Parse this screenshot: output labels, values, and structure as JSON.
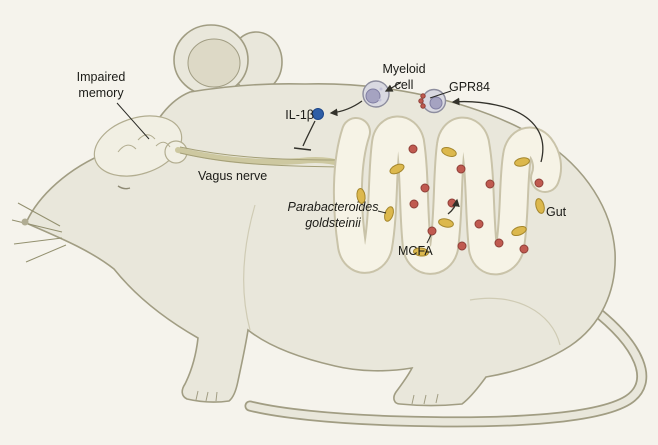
{
  "figure": {
    "labels": {
      "impaired_memory": "Impaired\nmemory",
      "vagus_nerve": "Vagus nerve",
      "myeloid_cell": "Myeloid\ncell",
      "gpr84": "GPR84",
      "il1b": "IL-1β",
      "parabacteroides": "Parabacteroides\ngoldsteinii",
      "mcfa": "MCFA",
      "gut": "Gut"
    }
  },
  "colors": {
    "background": "#f5f3ec",
    "body": "#e9e7db",
    "outline": "#a19d83",
    "innerear": "#ddd9c6",
    "brain": "#f1efe3",
    "brainline": "#b2ad90",
    "nerve": "#cdc8a0",
    "nerveline": "#a49f77",
    "gutoutline": "#c9c3a9",
    "gutfill": "#f6f3e6",
    "bacteria": "#dcb84d",
    "mcfa": "#c05a50",
    "il1b": "#2e5ea6",
    "cell": "#d9d9e1",
    "nucleus": "#a5a3c1",
    "arrow": "#33322b"
  }
}
